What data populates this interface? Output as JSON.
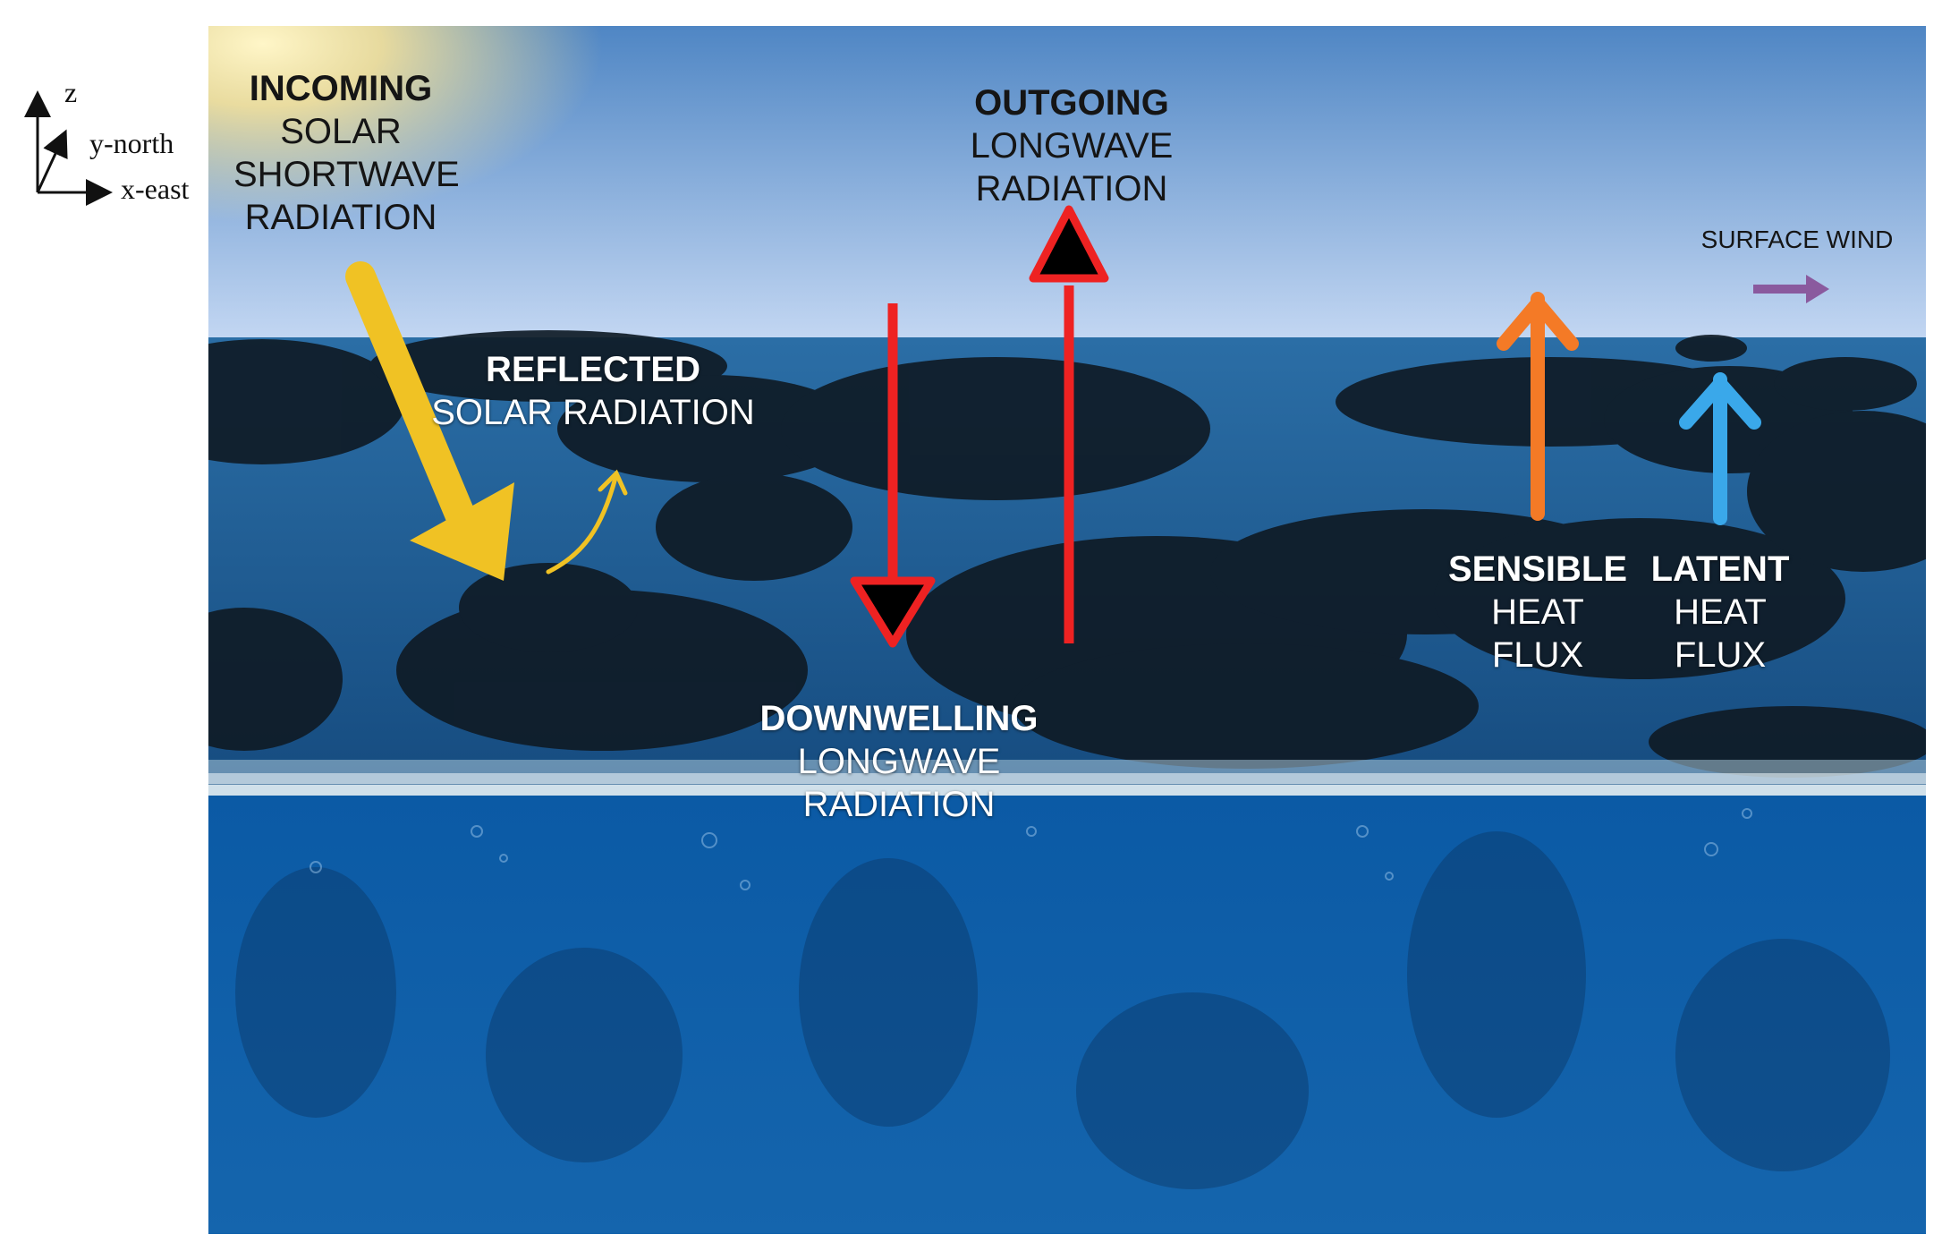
{
  "axes": {
    "z": "z",
    "y": "y-north",
    "x": "x-east"
  },
  "labels": {
    "incoming": {
      "bold": "INCOMING",
      "lines": [
        "SOLAR",
        "SHORTWAVE",
        "RADIATION"
      ]
    },
    "outgoing": {
      "bold": "OUTGOING",
      "lines": [
        "LONGWAVE RADIATION"
      ]
    },
    "reflected": {
      "bold": "REFLECTED",
      "lines": [
        "SOLAR RADIATION"
      ]
    },
    "downwelling": {
      "bold": "DOWNWELLING",
      "lines": [
        "LONGWAVE",
        "RADIATION"
      ]
    },
    "sensible": {
      "bold": "SENSIBLE",
      "lines": [
        "HEAT",
        "FLUX"
      ]
    },
    "latent": {
      "bold": "LATENT",
      "lines": [
        "HEAT",
        "FLUX"
      ]
    },
    "surface_wind": "SURFACE WIND"
  },
  "colors": {
    "solar": "#f0c224",
    "longwave": "#ee2222",
    "sensible": "#f47a26",
    "latent": "#3aa8ea",
    "wind": "#8a5a9e",
    "sky_top": "#4f86c4",
    "sky_bottom": "#c2d6f2",
    "water_surface": "#1e5a90",
    "water_deep": "#0c4f93"
  }
}
